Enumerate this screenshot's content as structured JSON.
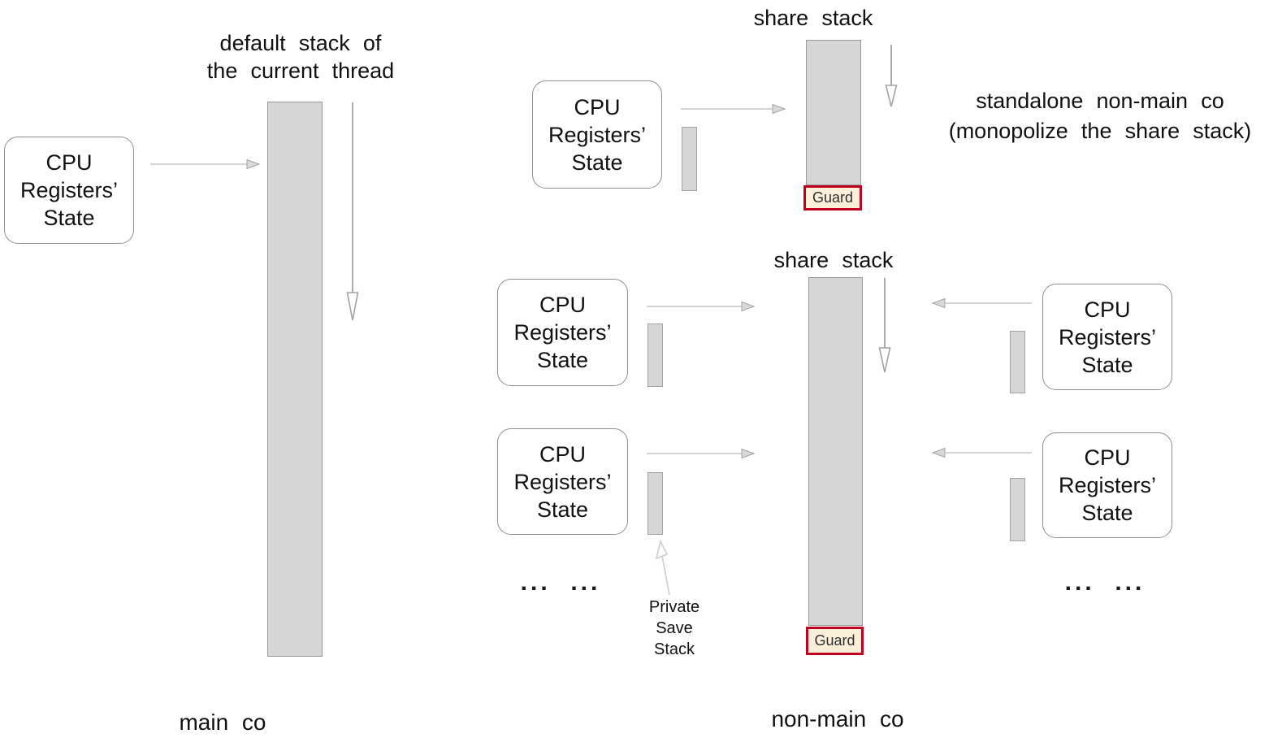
{
  "colors": {
    "stack_fill": "#d6d6d6",
    "stack_border": "#9a9a9a",
    "guard_fill": "#faf0d9",
    "guard_border": "#c00020",
    "box_border": "#8f8f8f",
    "box_fill": "#ffffff",
    "arrow_light": "#c6c6c6",
    "arrow_head_fill": "#d9d9d9",
    "arrow_mid": "#a3a3a3",
    "arrow_faint": "#d2d2d2",
    "text": "#111111"
  },
  "left_group": {
    "title": "default stack of\nthe current thread",
    "cpu_box": "CPU\nRegisters’\nState",
    "caption": "main co"
  },
  "standalone_group": {
    "stack_label": "share stack",
    "cpu_box": "CPU\nRegisters’\nState",
    "guard_label": "Guard",
    "annotation": "standalone non-main co\n(monopolize the share stack)"
  },
  "shared_group": {
    "stack_label": "share stack",
    "guard_label": "Guard",
    "left_cpu_boxes": [
      "CPU\nRegisters’\nState",
      "CPU\nRegisters’\nState"
    ],
    "right_cpu_boxes": [
      "CPU\nRegisters’\nState",
      "CPU\nRegisters’\nState"
    ],
    "ellipsis_left": "...  ...",
    "ellipsis_right": "...  ...",
    "private_save_stack_label": "Private\nSave\nStack",
    "caption": "non-main co"
  }
}
